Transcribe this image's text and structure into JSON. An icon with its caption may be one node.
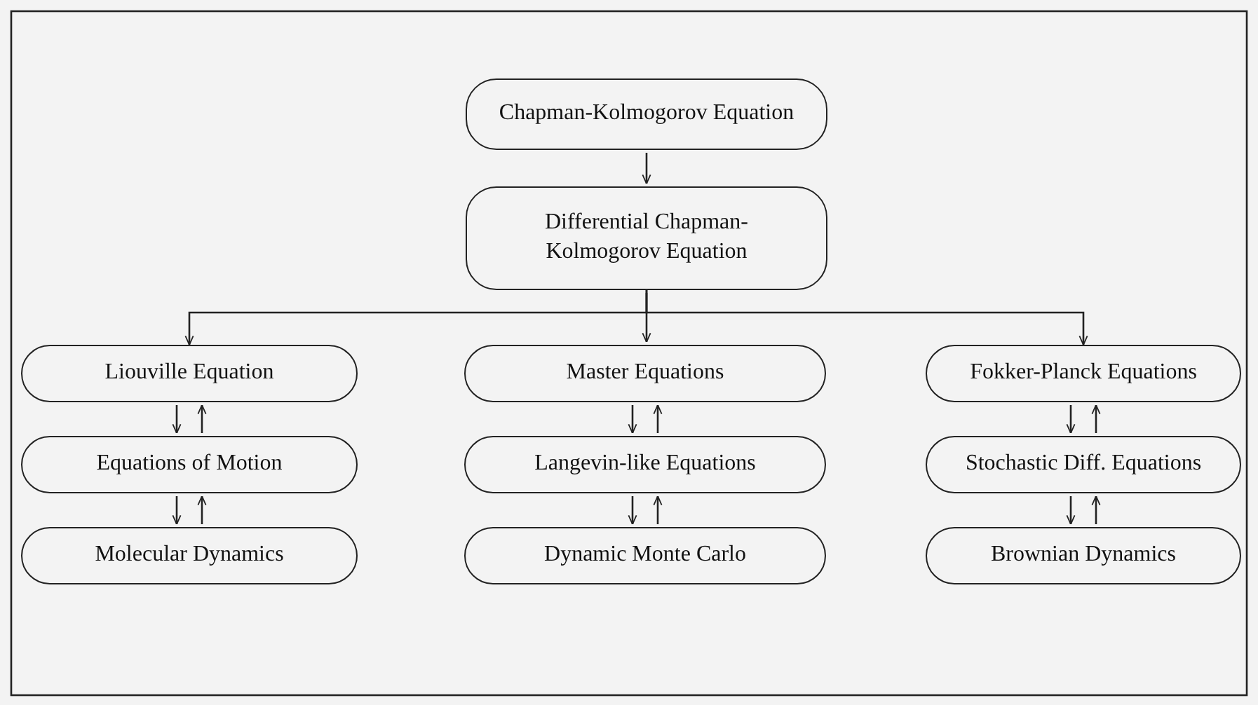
{
  "diagram": {
    "nodes": [
      {
        "text": [
          "Chapman-Kolmogorov Equation"
        ]
      },
      {
        "text": [
          "Differential Chapman-Kolmogorov Equation"
        ]
      },
      {
        "text": [
          "Liouville Equation"
        ]
      },
      {
        "text": [
          "Master Equations"
        ]
      },
      {
        "text": [
          "Fokker-Planck Equations"
        ]
      },
      {
        "text": [
          "Equations of Motion"
        ]
      },
      {
        "text": [
          "Langevin-like Equations"
        ]
      },
      {
        "text": [
          "Stochastic Diff. Equations"
        ]
      },
      {
        "text": [
          "Molecular Dynamics"
        ]
      },
      {
        "text": [
          "Dynamic Monte Carlo"
        ]
      },
      {
        "text": [
          "Brownian Dynamics"
        ]
      }
    ],
    "edges": [
      {
        "from": 0,
        "to": 1,
        "arrow": "to"
      },
      {
        "from": 1,
        "to": 2,
        "arrow": "to"
      },
      {
        "from": 1,
        "to": 3,
        "arrow": "to"
      },
      {
        "from": 1,
        "to": 4,
        "arrow": "to"
      },
      {
        "from": 2,
        "to": 5,
        "arrow": "to"
      },
      {
        "from": 5,
        "to": 2,
        "arrow": "to"
      },
      {
        "from": 3,
        "to": 6,
        "arrow": "to"
      },
      {
        "from": 6,
        "to": 3,
        "arrow": "to"
      },
      {
        "from": 4,
        "to": 7,
        "arrow": "to"
      },
      {
        "from": 7,
        "to": 4,
        "arrow": "to"
      },
      {
        "from": 5,
        "to": 8,
        "arrow": "to"
      },
      {
        "from": 8,
        "to": 5,
        "arrow": "to"
      },
      {
        "from": 6,
        "to": 9,
        "arrow": "to"
      },
      {
        "from": 9,
        "to": 6,
        "arrow": "to"
      },
      {
        "from": 7,
        "to": 10,
        "arrow": "to"
      },
      {
        "from": 10,
        "to": 7,
        "arrow": "to"
      }
    ]
  }
}
